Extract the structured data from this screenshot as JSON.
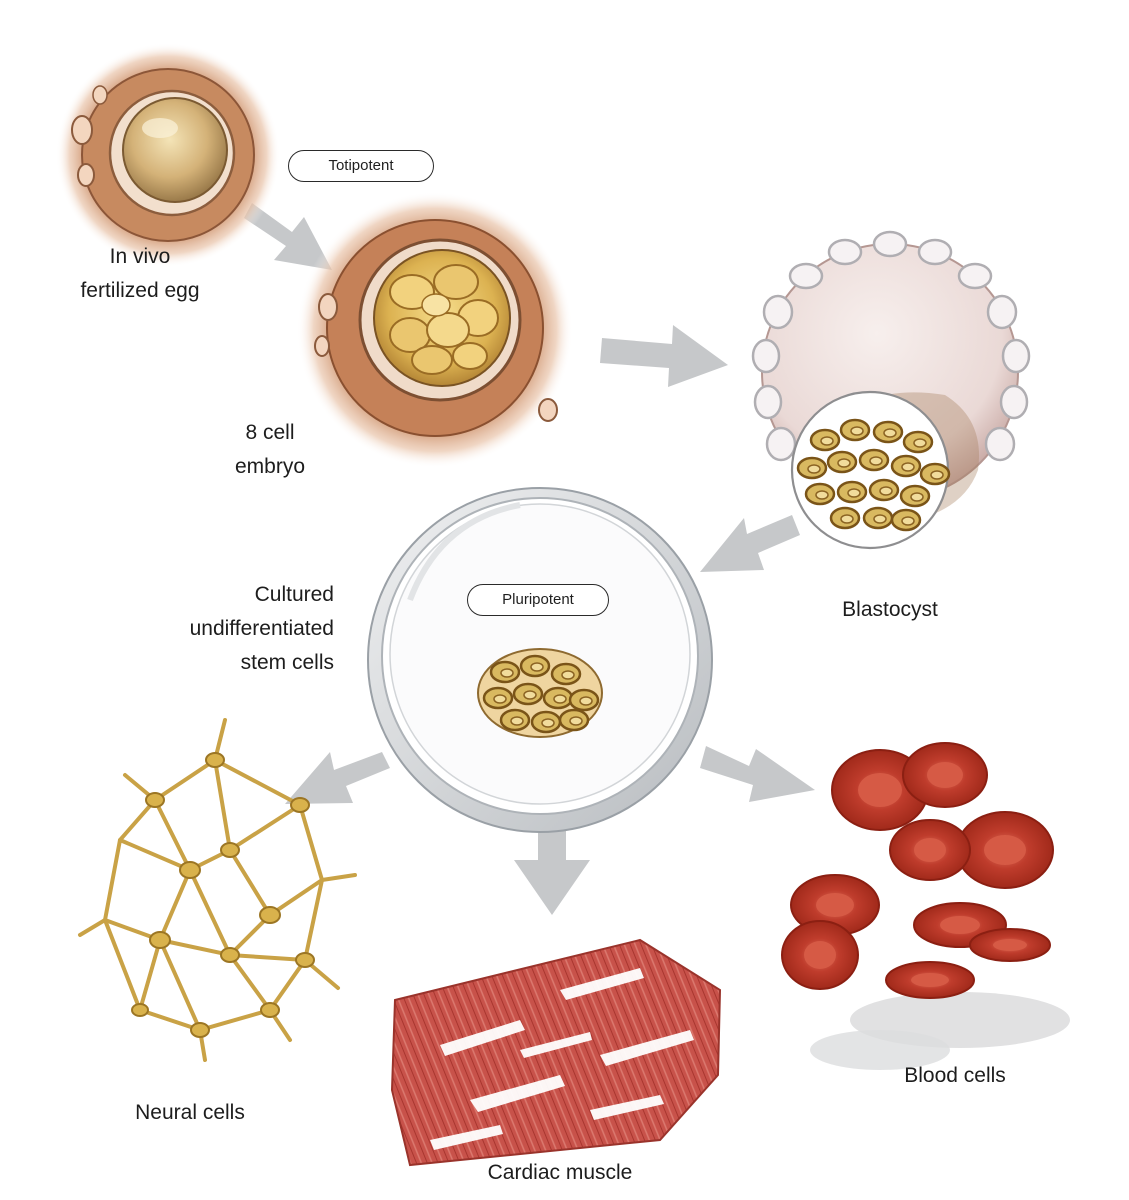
{
  "potency": {
    "totipotent": "Totipotent",
    "pluripotent": "Pluripotent"
  },
  "labels": {
    "egg_line1": "In vivo",
    "egg_line2": "fertilized egg",
    "embryo_line1": "8 cell",
    "embryo_line2": "embryo",
    "blastocyst": "Blastocyst",
    "cultured_line1": "Cultured",
    "cultured_line2": "undifferentiated",
    "cultured_line3": "stem cells",
    "neural": "Neural cells",
    "cardiac": "Cardiac muscle",
    "blood": "Blood cells"
  },
  "colors": {
    "arrow": "#c6c8ca",
    "egg_outer": "#c98a62",
    "egg_inner": "#d8b679",
    "cell_gold": "#c9a04a",
    "blood_red": "#c53a2c",
    "muscle_red": "#c8524a",
    "neural_gold": "#caa64a"
  }
}
